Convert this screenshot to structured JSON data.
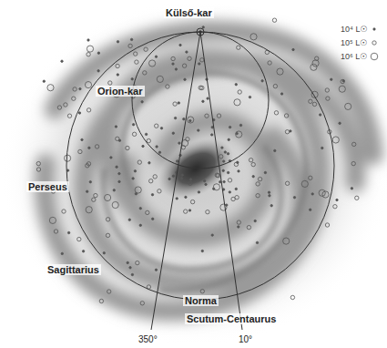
{
  "diagram": {
    "labels": [
      "Külső-kar",
      "Orion-kar",
      "Perseus",
      "Sagittarius",
      "Norma",
      "Scutum-Centaurus",
      "350°",
      "10°"
    ],
    "legend": [
      {
        "text": "10⁴ L☉"
      },
      {
        "text": "10⁵ L☉"
      },
      {
        "text": "10⁶ L☉"
      }
    ]
  }
}
